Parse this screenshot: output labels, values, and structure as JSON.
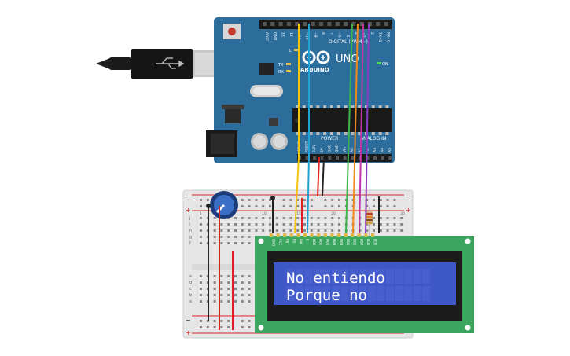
{
  "board": {
    "brand": "ARDUINO",
    "model": "UNO",
    "on_label": "ON",
    "digital_label": "DIGITAL (PWM~)",
    "power_label": "POWER",
    "analog_label": "ANALOG IN",
    "l_label": "L",
    "tx_label": "TX",
    "rx_label": "RX",
    "top_pins": [
      "AREF",
      "GND",
      "13",
      "12",
      "~11",
      "~10",
      "~9",
      "8",
      "7",
      "~6",
      "~5",
      "4",
      "~3",
      "2",
      "TX→1",
      "RX←0"
    ],
    "power_pins": [
      "IOREF",
      "RESET",
      "3.3V",
      "5V",
      "GND",
      "GND",
      "Vin"
    ],
    "analog_pins": [
      "A0",
      "A1",
      "A2",
      "A3",
      "A4",
      "A5"
    ]
  },
  "lcd": {
    "line1": "No entiendo",
    "line2": "Porque no",
    "pins": [
      "GND",
      "VCC",
      "V0",
      "RS",
      "RW",
      "E",
      "DB0",
      "DB1",
      "DB2",
      "DB3",
      "DB4",
      "DB5",
      "DB6",
      "DB7",
      "LED",
      "LED"
    ]
  },
  "breadboard": {
    "row_letters": [
      "a",
      "b",
      "c",
      "d",
      "e",
      "f",
      "g",
      "h",
      "i",
      "j"
    ],
    "col_numbers": [
      "1",
      "5",
      "10",
      "15",
      "20",
      "25",
      "30"
    ]
  },
  "colors": {
    "board_blue": "#2c6d9c",
    "lcd_green": "#3aa660",
    "lcd_screen": "#3f58c8",
    "wire_yellow": "#f3c70c",
    "wire_cyan": "#1fa3d6",
    "wire_green": "#3cb54a",
    "wire_orange": "#f08a1a",
    "wire_purple": "#8a3cc4",
    "wire_magenta": "#c234a8",
    "wire_red": "#e02020",
    "wire_black": "#222222"
  }
}
